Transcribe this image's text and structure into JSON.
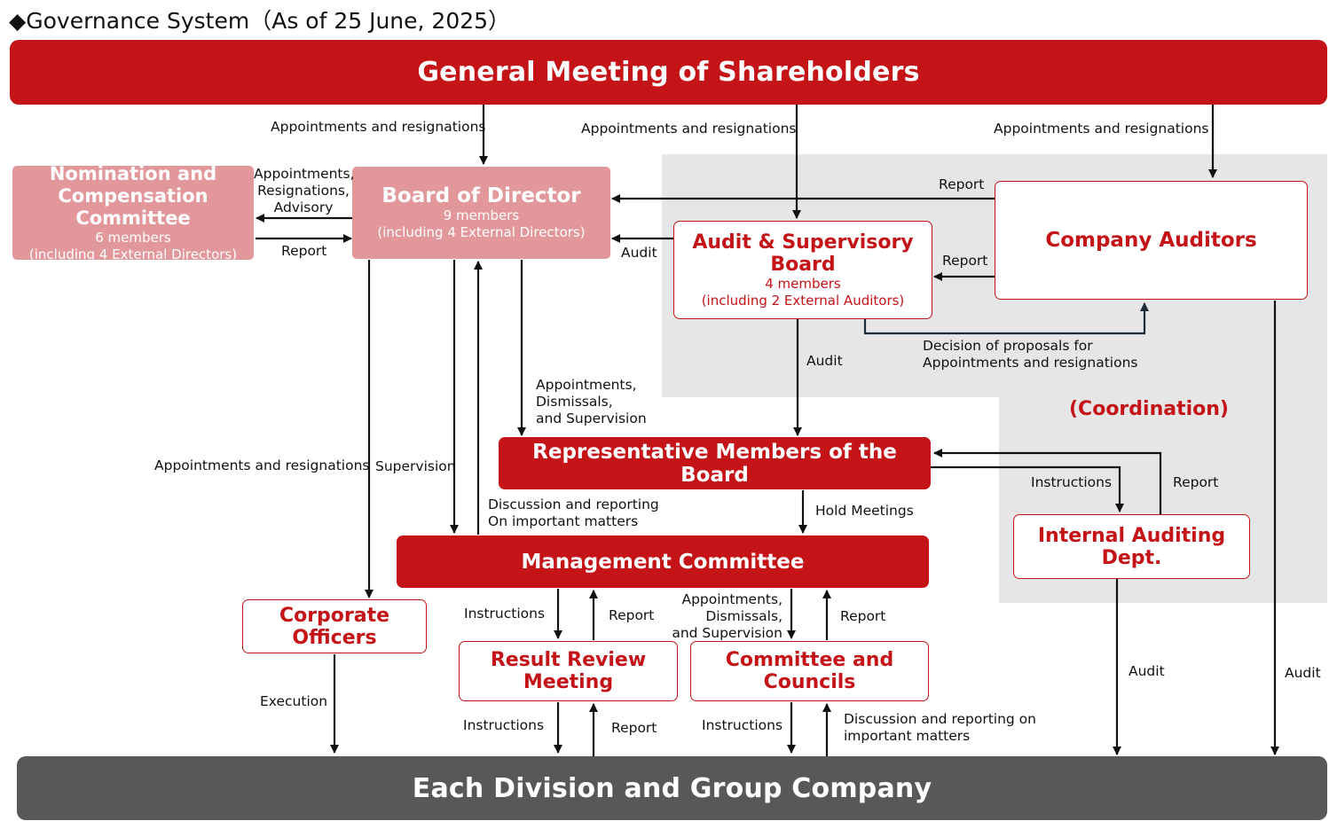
{
  "page_title": "◆Governance System（As of 25 June, 2025）",
  "boxes": {
    "general_meeting": "General Meeting of Shareholders",
    "nomination": {
      "title_line1": "Nomination and",
      "title_line2": "Compensation Committee",
      "members": "6 members",
      "detail": "(including 4 External Directors)"
    },
    "board": {
      "title": "Board of Director",
      "members": "9 members",
      "detail": "(including 4 External Directors)"
    },
    "audit_board": {
      "title": "Audit & Supervisory Board",
      "members": "4 members",
      "detail": "(including 2 External Auditors)"
    },
    "company_auditors": "Company Auditors",
    "representative": "Representative Members of the Board",
    "management": "Management Committee",
    "internal_audit": "Internal Auditing Dept.",
    "corporate_officers": "Corporate Officers",
    "result_review": "Result Review Meeting",
    "committees": "Committee and Councils",
    "each_division": "Each Division and Group Company"
  },
  "coordination": "(Coordination)",
  "labels": {
    "appt_gm_board": "Appointments and resignations",
    "appt_gm_audit": "Appointments and resignations",
    "appt_gm_auditors": "Appointments and resignations",
    "nom_advisory": [
      "Appointments,",
      "Resignations,",
      "Advisory"
    ],
    "nom_report": "Report",
    "auditors_report_board": "Report",
    "audit_to_board": "Audit",
    "auditors_report_audit": "Report",
    "decision": [
      "Decision of proposals for",
      "Appointments and resignations"
    ],
    "audit_to_rep": "Audit",
    "appt_dismiss_sup": [
      "Appointments,",
      "Dismissals,",
      "and Supervision"
    ],
    "appt_officers": "Appointments and resignations",
    "supervision": "Supervision",
    "discussion_mgmt": [
      "Discussion and reporting",
      "On important matters"
    ],
    "hold_meetings": "Hold Meetings",
    "instructions_internal": "Instructions",
    "report_internal": "Report",
    "instructions_rrm": "Instructions",
    "report_rrm": "Report",
    "appt_committees": [
      "Appointments,",
      "Dismissals,",
      "and Supervision"
    ],
    "report_committees": "Report",
    "execution": "Execution",
    "instructions_rrm_div": "Instructions",
    "report_rrm_div": "Report",
    "instructions_cc_div": "Instructions",
    "discussion_cc_div": [
      "Discussion and reporting on",
      "important matters"
    ],
    "audit_internal_div": "Audit",
    "audit_auditors_div": "Audit"
  },
  "colors": {
    "accent_red": "#c41418",
    "pink": "#e2979b",
    "gray_bar": "#585858",
    "gray_bg": "#e6e6e6"
  }
}
